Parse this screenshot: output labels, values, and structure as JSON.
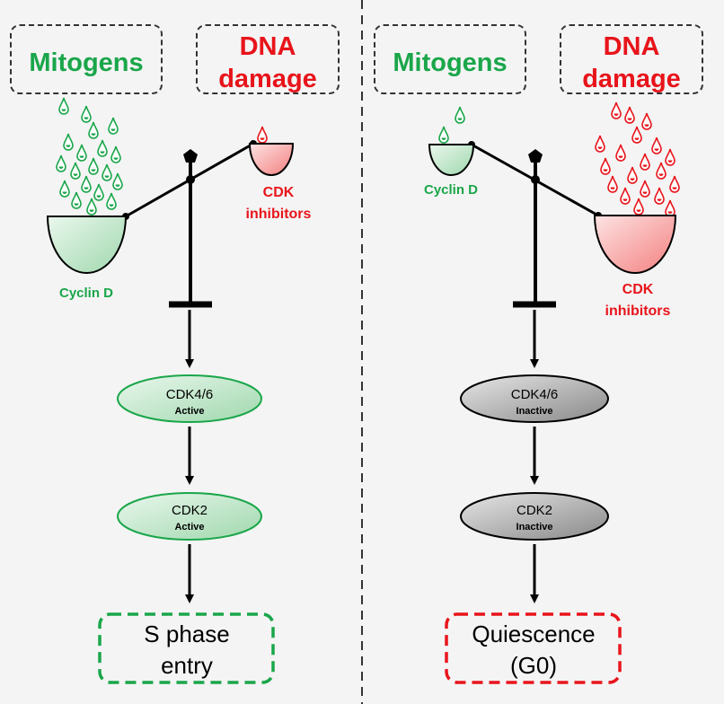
{
  "colors": {
    "green": "#1aa64a",
    "red": "#e8141b",
    "black": "#000000",
    "dash_border": "#333333",
    "green_fill": "#bfe6c8",
    "red_fill": "#f7a0a0",
    "gray_fill": "#a7a7a7"
  },
  "left": {
    "mitogens": "Mitogens",
    "dna_line1": "DNA",
    "dna_line2": "damage",
    "cyclin": "Cyclin D",
    "cdk_inh_line1": "CDK",
    "cdk_inh_line2": "inhibitors",
    "cdk46_name": "CDK4/6",
    "cdk46_state": "Active",
    "cdk2_name": "CDK2",
    "cdk2_state": "Active",
    "outcome_line1": "S phase",
    "outcome_line2": "entry"
  },
  "right": {
    "mitogens": "Mitogens",
    "dna_line1": "DNA",
    "dna_line2": "damage",
    "cyclin": "Cyclin D",
    "cdk_inh_line1": "CDK",
    "cdk_inh_line2": "inhibitors",
    "cdk46_name": "CDK4/6",
    "cdk46_state": "Inactive",
    "cdk2_name": "CDK2",
    "cdk2_state": "Inactive",
    "outcome_line1": "Quiescence",
    "outcome_line2": "(G0)"
  }
}
